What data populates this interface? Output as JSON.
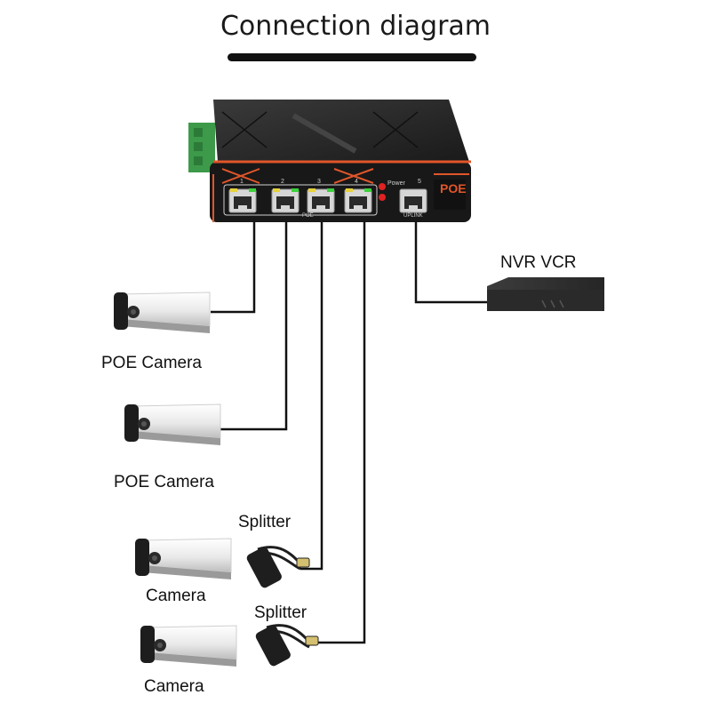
{
  "title": "Connection diagram",
  "switch": {
    "ports": [
      "1",
      "2",
      "3",
      "4"
    ],
    "uplink_port": "5",
    "badge": "POE",
    "power_label": "Power",
    "uplink_label": "UPLINK",
    "poe_ports_label": "POE",
    "led_green": "#3cd23c",
    "led_yellow": "#e6d23c",
    "accent": "#e0562a"
  },
  "devices": {
    "nvr_label": "NVR VCR",
    "poe_camera_1_label": "POE Camera",
    "poe_camera_2_label": "POE Camera",
    "splitter_1_label": "Splitter",
    "splitter_2_label": "Splitter",
    "camera_3_label": "Camera",
    "camera_4_label": "Camera"
  }
}
